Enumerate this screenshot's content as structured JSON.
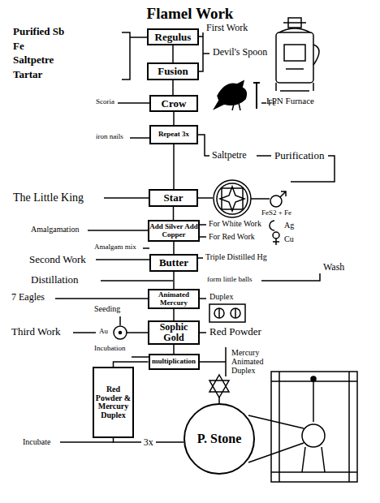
{
  "diagram": {
    "title": "Flamel Work",
    "nodes": [
      {
        "text": [
          "Regulus"
        ]
      },
      {
        "text": [
          "Fusion"
        ]
      },
      {
        "text": [
          "Crow"
        ]
      },
      {
        "text": [
          "Repeat 3x"
        ]
      },
      {
        "text": [
          "Star"
        ]
      },
      {
        "text": [
          "Add Silver Add Copper"
        ]
      },
      {
        "text": [
          "Butter"
        ]
      },
      {
        "text": [
          "Animated Mercury"
        ]
      },
      {
        "text": [
          "Sophic Gold"
        ]
      },
      {
        "text": [
          "multiplication"
        ]
      },
      {
        "text": [
          "Red Powder & Mercury Duplex"
        ]
      },
      {
        "text": [
          "P. Stone"
        ]
      }
    ],
    "edges": [
      {
        "from": 0,
        "to": 1,
        "arrow": "none"
      },
      {
        "from": 1,
        "to": 2,
        "arrow": "none"
      },
      {
        "from": 2,
        "to": 3,
        "arrow": "none"
      },
      {
        "from": 3,
        "to": 4,
        "arrow": "none"
      },
      {
        "from": 4,
        "to": 5,
        "arrow": "none"
      },
      {
        "from": 5,
        "to": 6,
        "arrow": "none"
      },
      {
        "from": 6,
        "to": 7,
        "arrow": "none"
      },
      {
        "from": 7,
        "to": 8,
        "arrow": "none"
      },
      {
        "from": 8,
        "to": 9,
        "arrow": "none"
      },
      {
        "from": 9,
        "to": 10,
        "arrow": "none"
      },
      {
        "from": 10,
        "to": 11,
        "label": "3x",
        "arrow": "none"
      }
    ],
    "labels": [
      "Purified Sb",
      "Fe",
      "Saltpetre",
      "Tartar",
      "First Work",
      "Devil's Spoon",
      "LPN Furnace",
      "Scoria",
      "Fe",
      "iron nails",
      "Saltpetre",
      "Purification",
      "The Little King",
      "FeS2 + Fe",
      "Amalgamation",
      "For White Work",
      "Ag",
      "For Red Work",
      "Cu",
      "Amalgam mix",
      "Triple Distilled Hg",
      "Second Work",
      "Wash",
      "Distillation",
      "form little balls",
      "7 Eagles",
      "Duplex",
      "Seeding",
      "Third Work",
      "Au",
      "Red Powder",
      "Incubation",
      "Mercury Animated Duplex",
      "Incubate"
    ]
  }
}
